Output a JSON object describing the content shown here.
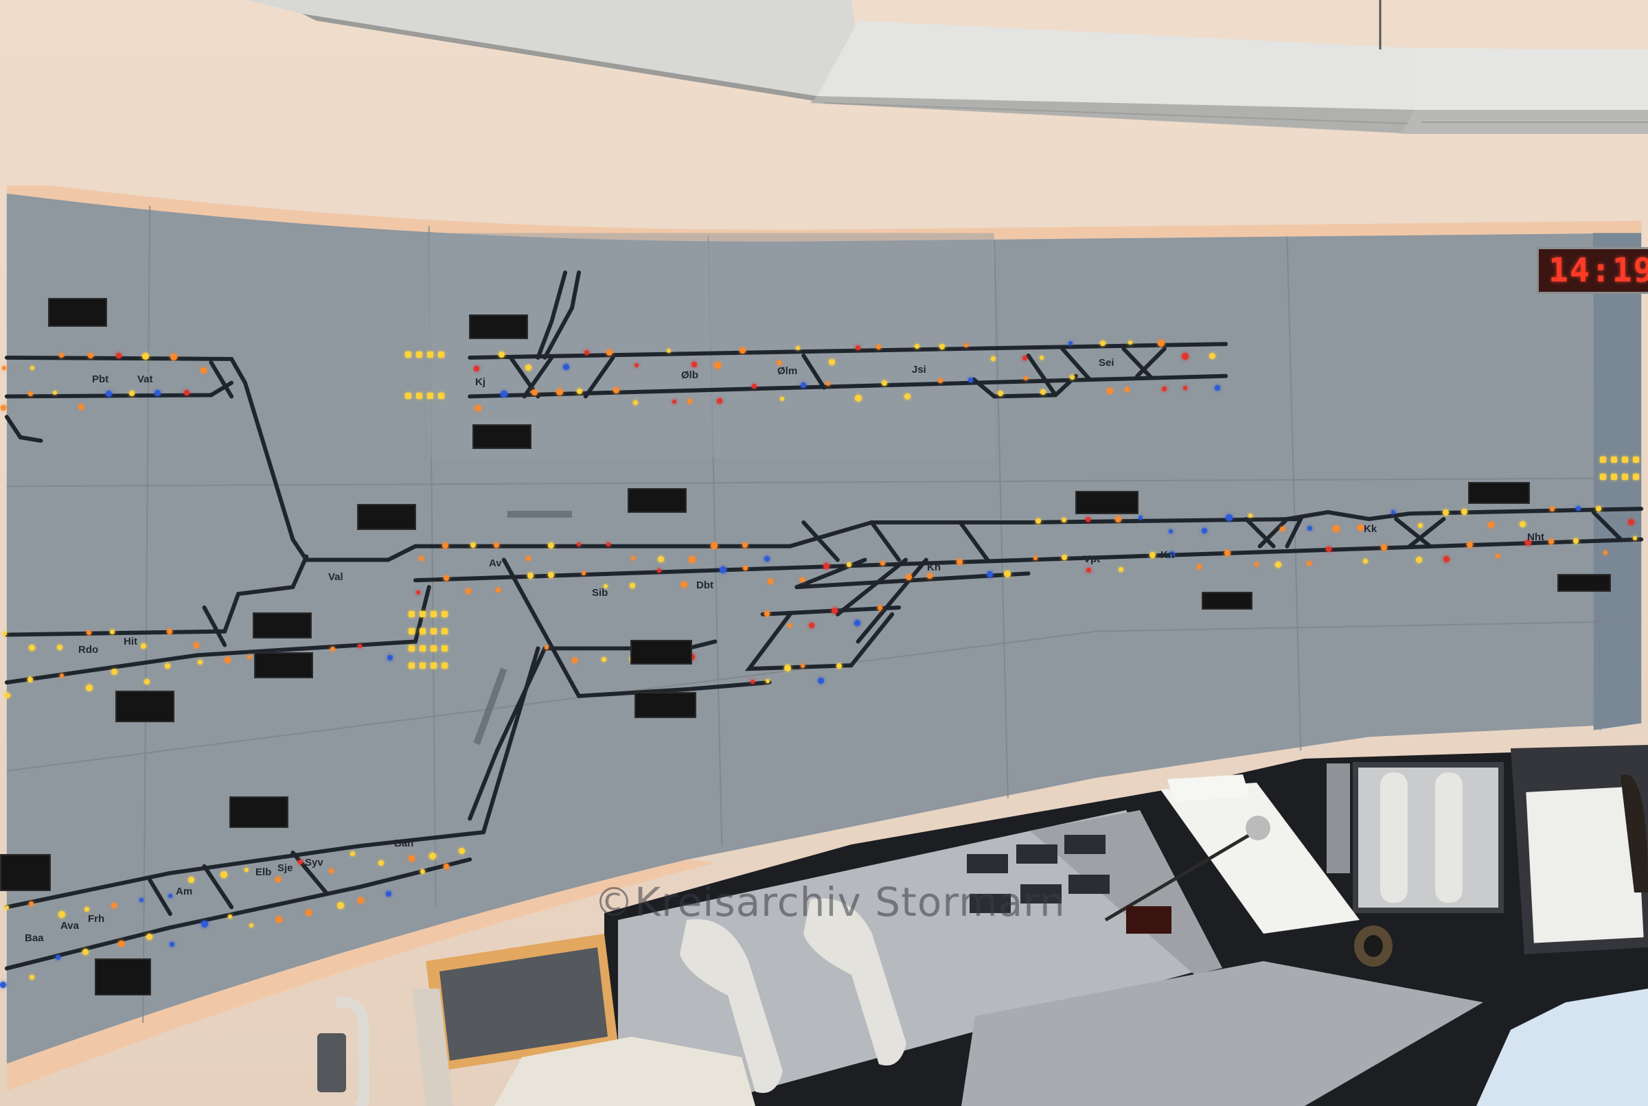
{
  "clock": {
    "time": "14:19"
  },
  "watermark": "©Kreisarchiv Stormarn",
  "stations": [
    {
      "id": "pbt",
      "label": "Pbt"
    },
    {
      "id": "vat",
      "label": "Vat"
    },
    {
      "id": "kj",
      "label": "Kj"
    },
    {
      "id": "olb",
      "label": "Ølb"
    },
    {
      "id": "olm",
      "label": "Ølm"
    },
    {
      "id": "jsi",
      "label": "Jsi"
    },
    {
      "id": "sei",
      "label": "Sei"
    },
    {
      "id": "val",
      "label": "Val"
    },
    {
      "id": "av",
      "label": "Av"
    },
    {
      "id": "sib",
      "label": "Sib"
    },
    {
      "id": "dbt",
      "label": "Dbt"
    },
    {
      "id": "kh",
      "label": "Kh"
    },
    {
      "id": "vpt",
      "label": "Vpt"
    },
    {
      "id": "kn",
      "label": "Kn"
    },
    {
      "id": "kk",
      "label": "Kk"
    },
    {
      "id": "nht",
      "label": "Nht"
    },
    {
      "id": "rdo",
      "label": "Rdo"
    },
    {
      "id": "hit",
      "label": "Hit"
    },
    {
      "id": "ban",
      "label": "Ban"
    },
    {
      "id": "elb",
      "label": "Elb"
    },
    {
      "id": "sje",
      "label": "Sje"
    },
    {
      "id": "syv",
      "label": "Syv"
    },
    {
      "id": "am",
      "label": "Am"
    },
    {
      "id": "frh",
      "label": "Frh"
    },
    {
      "id": "ava",
      "label": "Ava"
    },
    {
      "id": "baa",
      "label": "Baa"
    }
  ],
  "colors": {
    "panel": "#8f979f",
    "track": "#1f252d",
    "lamp_yellow": "#ffd23a",
    "lamp_orange": "#ff8a2a",
    "lamp_red": "#e2342a",
    "lamp_blue": "#2d5bd8",
    "clock_digits": "#ff3b28",
    "frame": "#f0c8a8"
  }
}
